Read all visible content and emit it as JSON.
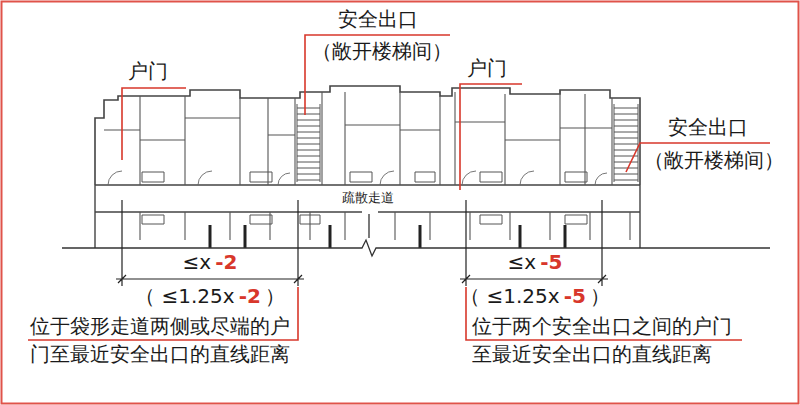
{
  "diagram": {
    "labels": [
      "户门",
      "安全出口",
      "（敞开楼梯间）",
      "户门",
      "安全出口",
      "（敞开楼梯间）",
      "疏散走道",
      "≤x",
      "-2",
      "≤x",
      "-5",
      "（ ≤1.25x",
      "-2",
      "）",
      "（ ≤1.25x",
      "-5",
      "）",
      "位于袋形走道两侧或尽端的户门至最近安全出口的直线距离",
      "位于两个安全出口之间的户门至最近安全出口的直线距离"
    ]
  }
}
